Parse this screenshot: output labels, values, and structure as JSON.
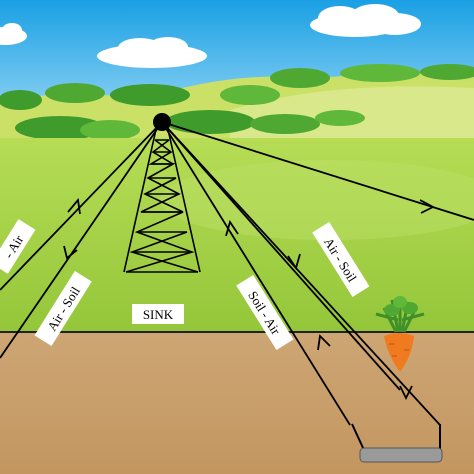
{
  "colors": {
    "sky_top": "#1aa3e6",
    "sky_bottom": "#8fd3f4",
    "hill_back": "#c8de5a",
    "hill_mid": "#a9d13c",
    "field": "#9ccb3f",
    "field_light": "#b5dc5a",
    "bush": "#3f9b2c",
    "bush_light": "#5fb83a",
    "soil": "#c9a06b",
    "soil_line": "#222222",
    "ray": "#000000",
    "carrot": "#f07a1f",
    "carrot_leaf": "#3f8f2a",
    "sensor": "#9a9a9a"
  },
  "labels": {
    "sink": "SINK",
    "path_1": "- Air",
    "path_2": "Air - Soil",
    "path_3": "Soil - Air",
    "path_4": "Air - Soil"
  },
  "icons": [
    "tower-icon",
    "carrot-icon",
    "sensor-node-icon",
    "cloud-icon",
    "bush-icon"
  ]
}
